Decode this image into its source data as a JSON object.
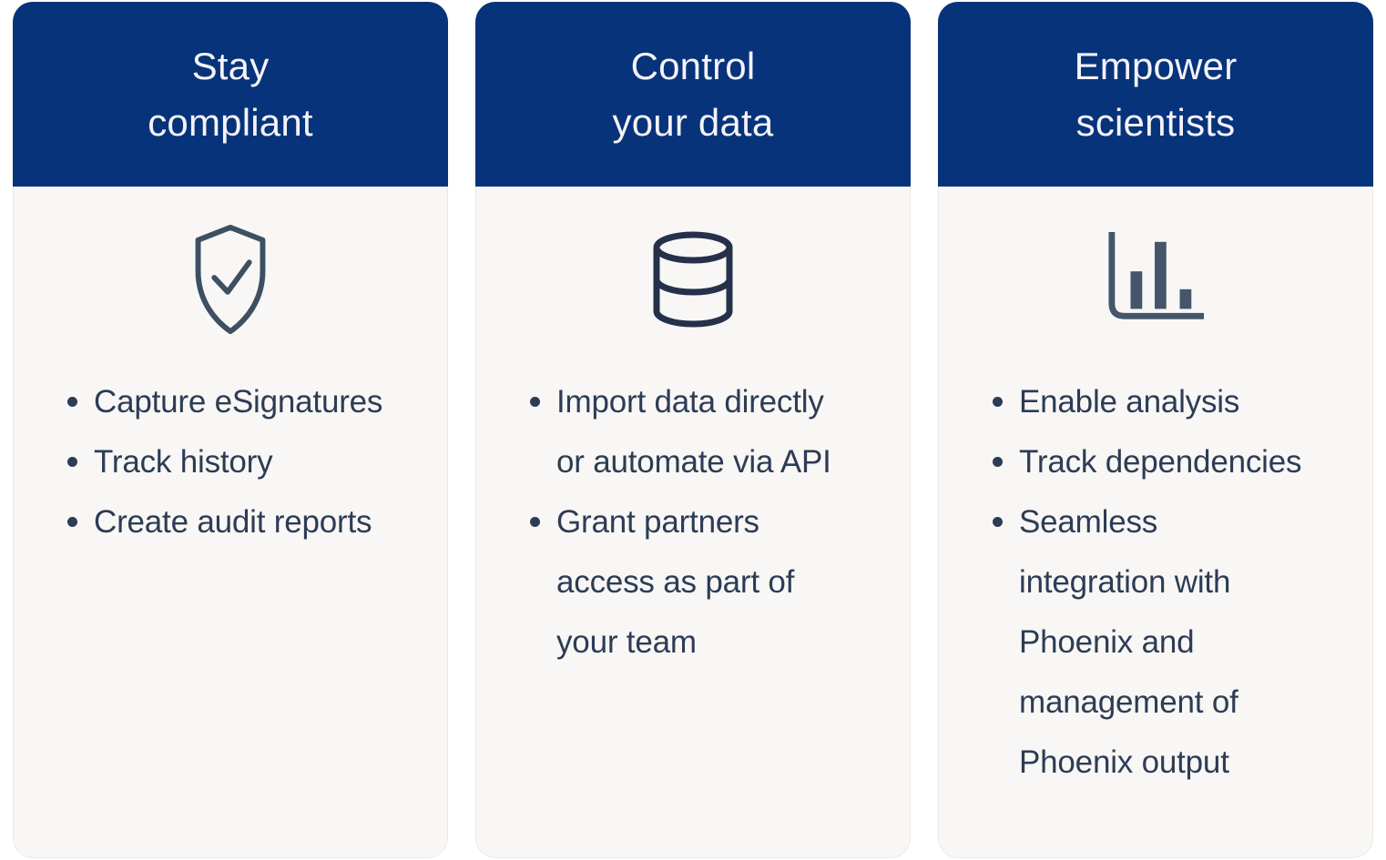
{
  "colors": {
    "page_bg": "#ffffff",
    "header_navy": "#07337a",
    "body_bg": "#f8f7f5",
    "body_border": "#ece9e4",
    "title_text": "#f5f3f8",
    "bullet_text": "#2d3c55",
    "icon_shield": "#3e4f61",
    "icon_database": "#25314a",
    "icon_chart": "#45566b"
  },
  "cards": [
    {
      "title_lines": [
        "Stay",
        "compliant"
      ],
      "icon": "shield-check-icon",
      "bullets": [
        "Capture eSignatures",
        "Track history",
        "Create audit reports"
      ]
    },
    {
      "title_lines": [
        "Control",
        "your data"
      ],
      "icon": "database-icon",
      "bullets": [
        "Import data directly\nor automate via API",
        "Grant partners\naccess as part of\nyour team"
      ]
    },
    {
      "title_lines": [
        "Empower",
        "scientists"
      ],
      "icon": "bar-chart-icon",
      "bullets": [
        "Enable analysis",
        "Track dependencies",
        "Seamless\nintegration with\nPhoenix and\nmanagement of\nPhoenix output"
      ]
    }
  ]
}
